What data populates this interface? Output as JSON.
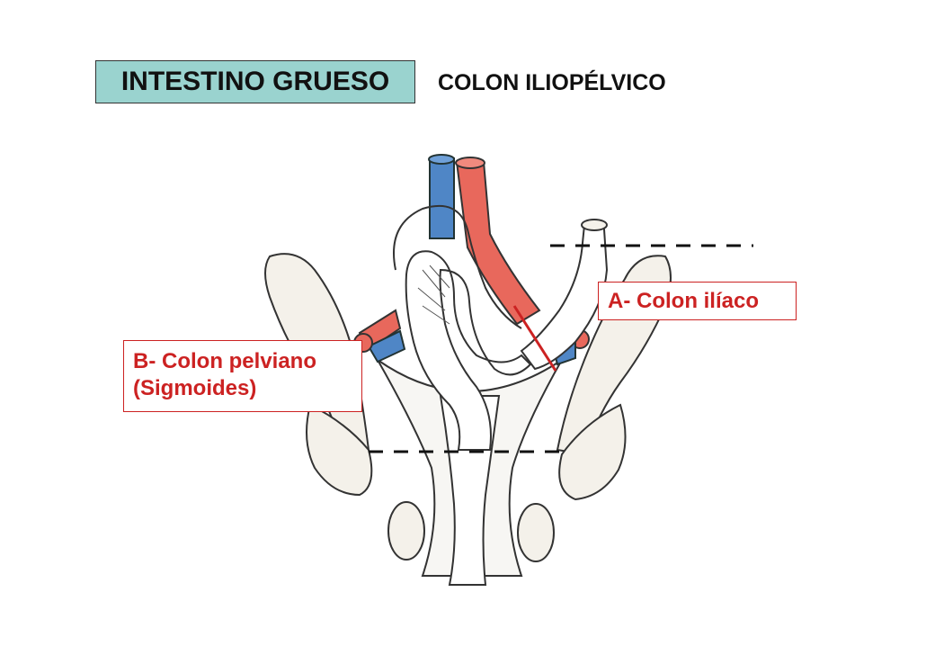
{
  "header": {
    "title": "INTESTINO GRUESO",
    "subtitle": "COLON ILIOPÉLVICO"
  },
  "labels": {
    "a": "A- Colon ilíaco",
    "b_line1": "B- Colon pelviano",
    "b_line2": "(Sigmoides)"
  },
  "colors": {
    "title_bg": "#9ad3cf",
    "label_red": "#cc2222",
    "artery": "#e8685c",
    "vein": "#4f86c6"
  }
}
